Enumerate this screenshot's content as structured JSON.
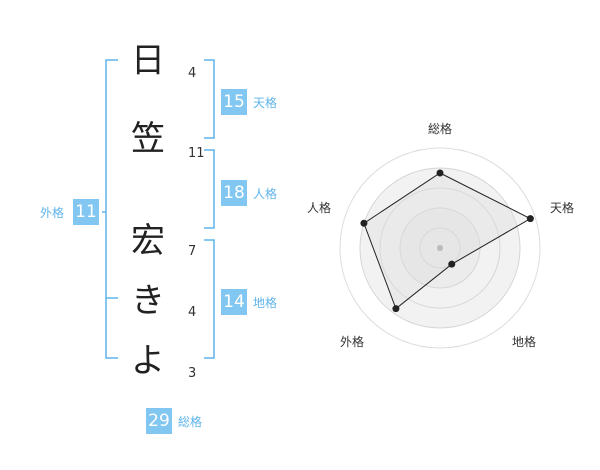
{
  "name": {
    "characters": [
      "日",
      "笠",
      "宏",
      "き",
      "よ"
    ],
    "stroke_counts": [
      "4",
      "11",
      "7",
      "4",
      "3"
    ]
  },
  "fortune": {
    "tenkaku": {
      "value": "15",
      "label": "天格"
    },
    "jinkaku": {
      "value": "18",
      "label": "人格"
    },
    "chikaku": {
      "value": "14",
      "label": "地格"
    },
    "gaikaku": {
      "value": "11",
      "label": "外格"
    },
    "soukaku": {
      "value": "29",
      "label": "総格"
    }
  },
  "radar": {
    "axes": [
      "総格",
      "天格",
      "地格",
      "外格",
      "人格"
    ],
    "levels": 5,
    "values": [
      0.75,
      0.95,
      0.2,
      0.75,
      0.8
    ],
    "accent_color": "#82c7f2",
    "line_color": "#5fb4ea"
  }
}
